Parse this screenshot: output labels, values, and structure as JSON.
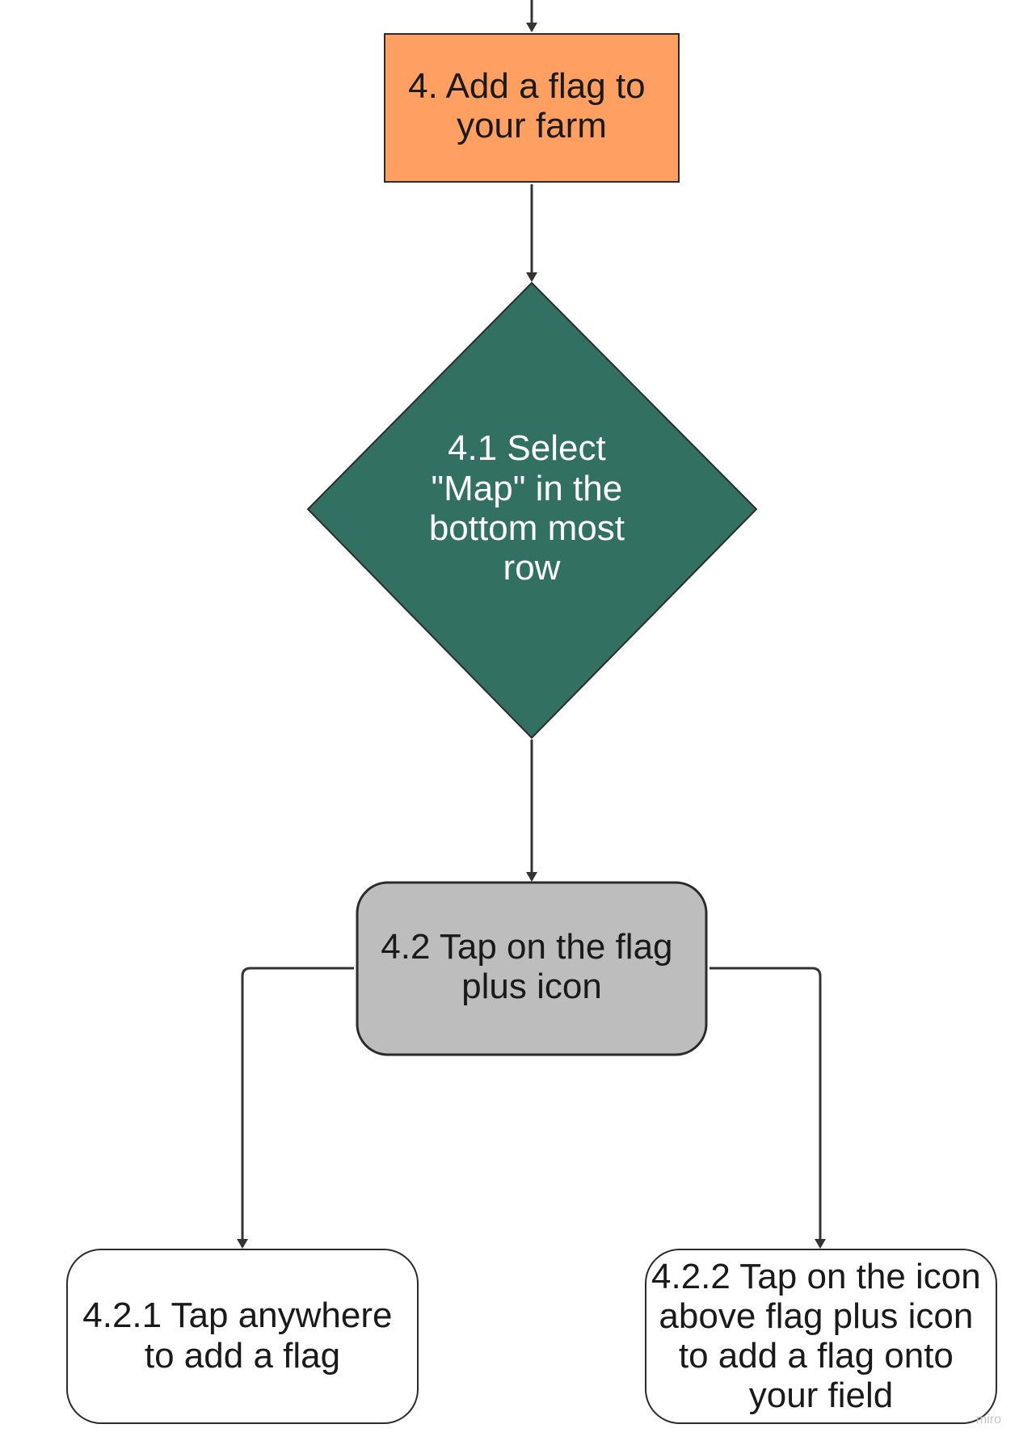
{
  "colors": {
    "step4_fill": "#ff9f62",
    "step41_fill": "#327162",
    "step42_fill": "#bdbdbd",
    "leaf_fill": "#ffffff",
    "stroke": "#2b2b2b",
    "connector": "#333333"
  },
  "nodes": {
    "step4": {
      "lines": [
        "4. Add a flag to",
        "your farm"
      ]
    },
    "step41": {
      "lines": [
        "4.1 Select",
        "\"Map\" in the",
        "bottom most",
        "row"
      ]
    },
    "step42": {
      "lines": [
        "4.2 Tap on the flag",
        "plus icon"
      ]
    },
    "step421": {
      "lines": [
        "4.2.1 Tap anywhere",
        "to add a flag"
      ]
    },
    "step422": {
      "lines": [
        "4.2.2 Tap on the icon",
        "above flag plus icon",
        "to add a flag onto",
        "your field"
      ]
    }
  },
  "edges": [
    {
      "from": "above",
      "to": "step4"
    },
    {
      "from": "step4",
      "to": "step41"
    },
    {
      "from": "step41",
      "to": "step42"
    },
    {
      "from": "step42",
      "to": "step421"
    },
    {
      "from": "step42",
      "to": "step422"
    }
  ],
  "watermark": "miro"
}
